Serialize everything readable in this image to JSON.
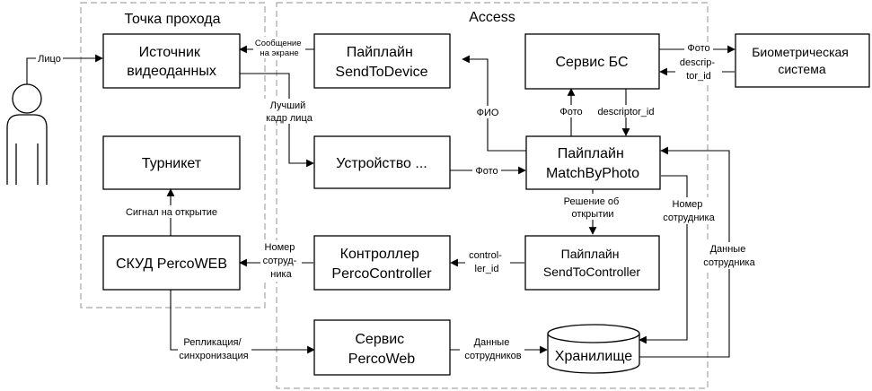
{
  "zones": {
    "passage": "Точка прохода",
    "access": "Access"
  },
  "nodes": {
    "video_source": [
      "Источник",
      "видеоданных"
    ],
    "turnstile": [
      "Турникет"
    ],
    "skud": [
      "СКУД PercoWEB"
    ],
    "send_to_device": [
      "Пайплайн",
      "SendToDevice"
    ],
    "device": [
      "Устройство ..."
    ],
    "controller": [
      "Контроллер",
      "PercoController"
    ],
    "service_percoweb": [
      "Сервис",
      "PercoWeb"
    ],
    "service_bs": [
      "Сервис БС"
    ],
    "match_by_photo": [
      "Пайплайн",
      "MatchByPhoto"
    ],
    "send_to_controller": [
      "Пайплайн",
      "SendToController"
    ],
    "biometric": [
      "Биометрическая",
      "система"
    ],
    "storage": [
      "Хранилище"
    ]
  },
  "edges": {
    "face": [
      "Лицо"
    ],
    "screen_message": [
      "Сообщение",
      "на экране"
    ],
    "best_frame": [
      "Лучший",
      "кадр лица"
    ],
    "fio": [
      "ФИО"
    ],
    "photo_device": [
      "Фото"
    ],
    "photo_up": [
      "Фото"
    ],
    "descriptor_id": [
      "descriptor_id"
    ],
    "photo_bio": [
      "Фото"
    ],
    "descriptor_bio": [
      "descrip-",
      "tor_id"
    ],
    "open_decision": [
      "Решение об",
      "открытии"
    ],
    "employee_no_store": [
      "Номер",
      "сотрудника"
    ],
    "employee_data_store": [
      "Данные",
      "сотрудника"
    ],
    "controller_id": [
      "control-",
      "ler_id"
    ],
    "employee_no_skud": [
      "Номер",
      "сотруд-",
      "ника"
    ],
    "open_signal": [
      "Сигнал на открытие"
    ],
    "replication": [
      "Репликация/",
      "синхронизация"
    ],
    "employee_data_web": [
      "Данные",
      "сотрудников"
    ]
  }
}
